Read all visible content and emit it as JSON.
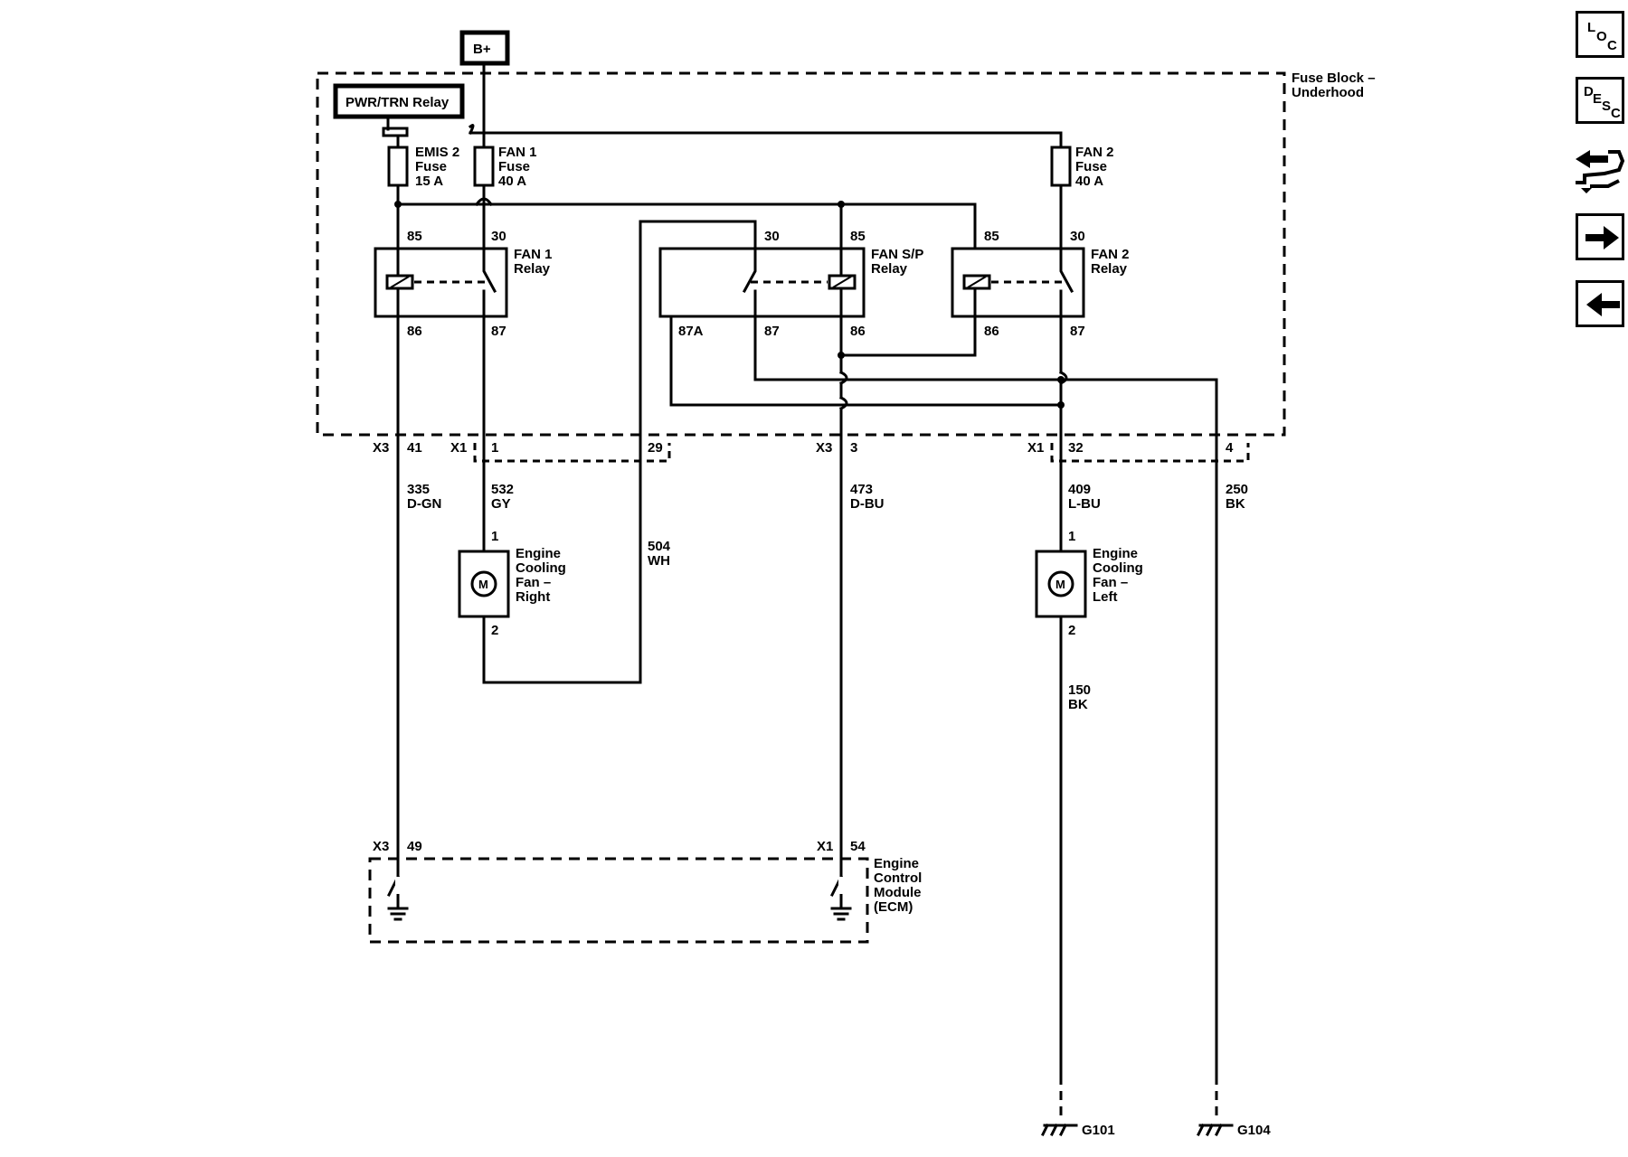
{
  "power": {
    "bplus": "B+"
  },
  "fuse_block": {
    "line1": "Fuse Block –",
    "line2": "Underhood"
  },
  "pwr_relay": "PWR/TRN Relay",
  "fuses": [
    {
      "name": "EMIS 2",
      "type": "Fuse",
      "rating": "15 A"
    },
    {
      "name": "FAN 1",
      "type": "Fuse",
      "rating": "40 A"
    },
    {
      "name": "FAN 2",
      "type": "Fuse",
      "rating": "40 A"
    }
  ],
  "relays": {
    "fan1": {
      "name": "FAN 1",
      "type": "Relay",
      "p85": "85",
      "p30": "30",
      "p86": "86",
      "p87": "87"
    },
    "fansp": {
      "name": "FAN S/P",
      "type": "Relay",
      "p30": "30",
      "p85": "85",
      "p87a": "87A",
      "p87": "87",
      "p86": "86"
    },
    "fan2": {
      "name": "FAN 2",
      "type": "Relay",
      "p85": "85",
      "p30": "30",
      "p86": "86",
      "p87": "87"
    }
  },
  "connectors": {
    "x3_41": {
      "conn": "X3",
      "pin": "41"
    },
    "x1_1": {
      "conn": "X1",
      "pin": "1"
    },
    "x1_29": {
      "pin": "29"
    },
    "x3_3": {
      "conn": "X3",
      "pin": "3"
    },
    "x1_32": {
      "conn": "X1",
      "pin": "32"
    },
    "x1_4": {
      "pin": "4"
    },
    "x3_49": {
      "conn": "X3",
      "pin": "49"
    },
    "x1_54": {
      "conn": "X1",
      "pin": "54"
    }
  },
  "wires": [
    {
      "circuit": "335",
      "color": "D-GN"
    },
    {
      "circuit": "532",
      "color": "GY"
    },
    {
      "circuit": "504",
      "color": "WH"
    },
    {
      "circuit": "473",
      "color": "D-BU"
    },
    {
      "circuit": "409",
      "color": "L-BU"
    },
    {
      "circuit": "250",
      "color": "BK"
    },
    {
      "circuit": "150",
      "color": "BK"
    }
  ],
  "motors": {
    "right": {
      "symbol": "M",
      "pin1": "1",
      "pin2": "2",
      "l1": "Engine",
      "l2": "Cooling",
      "l3": "Fan –",
      "l4": "Right"
    },
    "left": {
      "symbol": "M",
      "pin1": "1",
      "pin2": "2",
      "l1": "Engine",
      "l2": "Cooling",
      "l3": "Fan –",
      "l4": "Left"
    }
  },
  "ecm": {
    "l1": "Engine",
    "l2": "Control",
    "l3": "Module",
    "l4": "(ECM)"
  },
  "grounds": {
    "g101": "G101",
    "g104": "G104"
  },
  "nav": {
    "loc": {
      "letters": [
        "L",
        "O",
        "C"
      ]
    },
    "desc": {
      "letters": [
        "D",
        "E",
        "S",
        "C"
      ]
    },
    "icons": [
      "connector-tool-icon",
      "arrow-right-icon",
      "arrow-left-icon"
    ]
  }
}
